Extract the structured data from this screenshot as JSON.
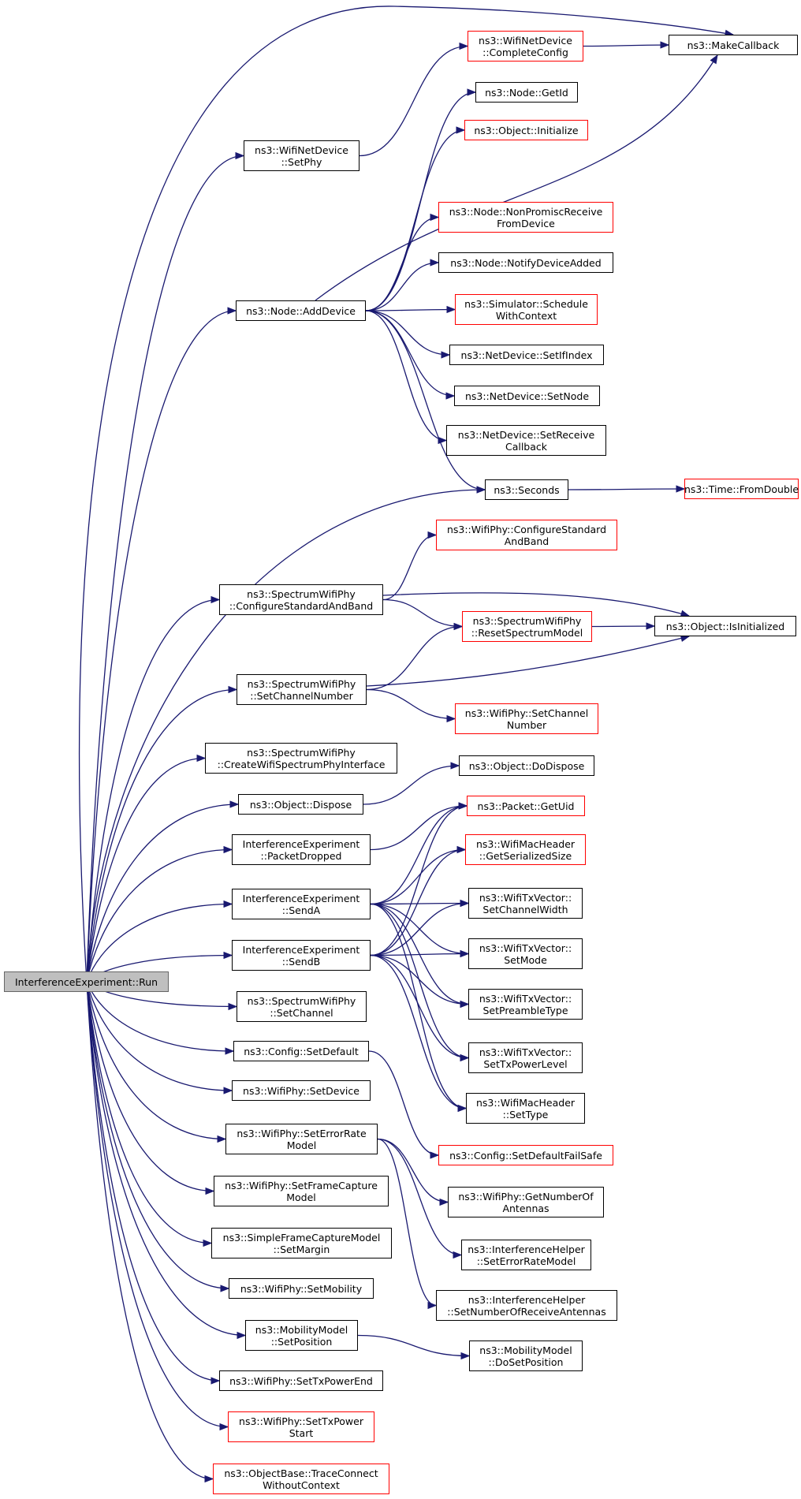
{
  "colors": {
    "edge": "#191970",
    "border_default": "#000000",
    "border_incomplete": "#ff0000",
    "root_fill": "#bfbfbf",
    "root_border": "#666666"
  },
  "nodes": {
    "run": {
      "lines": [
        "InterferenceExperiment::Run"
      ],
      "kind": "root"
    },
    "wifinetdev_setphy": {
      "lines": [
        "ns3::WifiNetDevice",
        "::SetPhy"
      ],
      "kind": "normal"
    },
    "completeconfig": {
      "lines": [
        "ns3::WifiNetDevice",
        "::CompleteConfig"
      ],
      "kind": "red"
    },
    "makecallback": {
      "lines": [
        "ns3::MakeCallback"
      ],
      "kind": "normal"
    },
    "node_getid": {
      "lines": [
        "ns3::Node::GetId"
      ],
      "kind": "normal"
    },
    "object_initialize": {
      "lines": [
        "ns3::Object::Initialize"
      ],
      "kind": "red"
    },
    "node_nonpromisc": {
      "lines": [
        "ns3::Node::NonPromiscReceive",
        "FromDevice"
      ],
      "kind": "red"
    },
    "node_notify": {
      "lines": [
        "ns3::Node::NotifyDeviceAdded"
      ],
      "kind": "normal"
    },
    "node_adddevice": {
      "lines": [
        "ns3::Node::AddDevice"
      ],
      "kind": "normal"
    },
    "sim_schedule": {
      "lines": [
        "ns3::Simulator::Schedule",
        "WithContext"
      ],
      "kind": "red"
    },
    "nd_setifindex": {
      "lines": [
        "ns3::NetDevice::SetIfIndex"
      ],
      "kind": "normal"
    },
    "nd_setnode": {
      "lines": [
        "ns3::NetDevice::SetNode"
      ],
      "kind": "normal"
    },
    "nd_setreceive": {
      "lines": [
        "ns3::NetDevice::SetReceive",
        "Callback"
      ],
      "kind": "normal"
    },
    "seconds": {
      "lines": [
        "ns3::Seconds"
      ],
      "kind": "normal"
    },
    "time_fromdouble": {
      "lines": [
        "ns3::Time::FromDouble"
      ],
      "kind": "red"
    },
    "wp_configstd": {
      "lines": [
        "ns3::WifiPhy::ConfigureStandard",
        "AndBand"
      ],
      "kind": "red"
    },
    "swp_configstd": {
      "lines": [
        "ns3::SpectrumWifiPhy",
        "::ConfigureStandardAndBand"
      ],
      "kind": "normal"
    },
    "swp_resetspec": {
      "lines": [
        "ns3::SpectrumWifiPhy",
        "::ResetSpectrumModel"
      ],
      "kind": "red"
    },
    "object_isinit": {
      "lines": [
        "ns3::Object::IsInitialized"
      ],
      "kind": "normal"
    },
    "swp_setchannum": {
      "lines": [
        "ns3::SpectrumWifiPhy",
        "::SetChannelNumber"
      ],
      "kind": "normal"
    },
    "wp_setchannum": {
      "lines": [
        "ns3::WifiPhy::SetChannel",
        "Number"
      ],
      "kind": "red"
    },
    "swp_createiface": {
      "lines": [
        "ns3::SpectrumWifiPhy",
        "::CreateWifiSpectrumPhyInterface"
      ],
      "kind": "normal"
    },
    "object_dodispose": {
      "lines": [
        "ns3::Object::DoDispose"
      ],
      "kind": "normal"
    },
    "object_dispose": {
      "lines": [
        "ns3::Object::Dispose"
      ],
      "kind": "normal"
    },
    "packet_getuid": {
      "lines": [
        "ns3::Packet::GetUid"
      ],
      "kind": "red"
    },
    "ie_packetdropped": {
      "lines": [
        "InterferenceExperiment",
        "::PacketDropped"
      ],
      "kind": "normal"
    },
    "wmh_getsersize": {
      "lines": [
        "ns3::WifiMacHeader",
        "::GetSerializedSize"
      ],
      "kind": "red"
    },
    "ie_senda": {
      "lines": [
        "InterferenceExperiment",
        "::SendA"
      ],
      "kind": "normal"
    },
    "wtv_setchanwidth": {
      "lines": [
        "ns3::WifiTxVector::",
        "SetChannelWidth"
      ],
      "kind": "normal"
    },
    "ie_sendb": {
      "lines": [
        "InterferenceExperiment",
        "::SendB"
      ],
      "kind": "normal"
    },
    "wtv_setmode": {
      "lines": [
        "ns3::WifiTxVector::",
        "SetMode"
      ],
      "kind": "normal"
    },
    "swp_setchannel": {
      "lines": [
        "ns3::SpectrumWifiPhy",
        "::SetChannel"
      ],
      "kind": "normal"
    },
    "wtv_setpreamble": {
      "lines": [
        "ns3::WifiTxVector::",
        "SetPreambleType"
      ],
      "kind": "normal"
    },
    "config_setdefault": {
      "lines": [
        "ns3::Config::SetDefault"
      ],
      "kind": "normal"
    },
    "wtv_settxpower": {
      "lines": [
        "ns3::WifiTxVector::",
        "SetTxPowerLevel"
      ],
      "kind": "normal"
    },
    "wp_setdevice": {
      "lines": [
        "ns3::WifiPhy::SetDevice"
      ],
      "kind": "normal"
    },
    "wmh_settype": {
      "lines": [
        "ns3::WifiMacHeader",
        "::SetType"
      ],
      "kind": "normal"
    },
    "wp_seterrrate": {
      "lines": [
        "ns3::WifiPhy::SetErrorRate",
        "Model"
      ],
      "kind": "normal"
    },
    "config_failsafe": {
      "lines": [
        "ns3::Config::SetDefaultFailSafe"
      ],
      "kind": "red"
    },
    "wp_setframecap": {
      "lines": [
        "ns3::WifiPhy::SetFrameCapture",
        "Model"
      ],
      "kind": "normal"
    },
    "wp_getnumant": {
      "lines": [
        "ns3::WifiPhy::GetNumberOf",
        "Antennas"
      ],
      "kind": "normal"
    },
    "sfcm_setmargin": {
      "lines": [
        "ns3::SimpleFrameCaptureModel",
        "::SetMargin"
      ],
      "kind": "normal"
    },
    "ih_seterrrate": {
      "lines": [
        "ns3::InterferenceHelper",
        "::SetErrorRateModel"
      ],
      "kind": "normal"
    },
    "wp_setmobility": {
      "lines": [
        "ns3::WifiPhy::SetMobility"
      ],
      "kind": "normal"
    },
    "ih_setnumrx": {
      "lines": [
        "ns3::InterferenceHelper",
        "::SetNumberOfReceiveAntennas"
      ],
      "kind": "normal"
    },
    "mm_setposition": {
      "lines": [
        "ns3::MobilityModel",
        "::SetPosition"
      ],
      "kind": "normal"
    },
    "mm_dosetposition": {
      "lines": [
        "ns3::MobilityModel",
        "::DoSetPosition"
      ],
      "kind": "normal"
    },
    "wp_settxpowerend": {
      "lines": [
        "ns3::WifiPhy::SetTxPowerEnd"
      ],
      "kind": "normal"
    },
    "wp_settxpowerstart": {
      "lines": [
        "ns3::WifiPhy::SetTxPower",
        "Start"
      ],
      "kind": "red"
    },
    "ob_traceconnect": {
      "lines": [
        "ns3::ObjectBase::TraceConnect",
        "WithoutContext"
      ],
      "kind": "red"
    }
  },
  "edges": [
    [
      "run",
      "makecallback"
    ],
    [
      "run",
      "wifinetdev_setphy"
    ],
    [
      "run",
      "node_adddevice"
    ],
    [
      "run",
      "seconds"
    ],
    [
      "run",
      "swp_configstd"
    ],
    [
      "run",
      "swp_setchannum"
    ],
    [
      "run",
      "swp_createiface"
    ],
    [
      "run",
      "object_dispose"
    ],
    [
      "run",
      "ie_packetdropped"
    ],
    [
      "run",
      "ie_senda"
    ],
    [
      "run",
      "ie_sendb"
    ],
    [
      "run",
      "swp_setchannel"
    ],
    [
      "run",
      "config_setdefault"
    ],
    [
      "run",
      "wp_setdevice"
    ],
    [
      "run",
      "wp_seterrrate"
    ],
    [
      "run",
      "wp_setframecap"
    ],
    [
      "run",
      "sfcm_setmargin"
    ],
    [
      "run",
      "wp_setmobility"
    ],
    [
      "run",
      "mm_setposition"
    ],
    [
      "run",
      "wp_settxpowerend"
    ],
    [
      "run",
      "wp_settxpowerstart"
    ],
    [
      "run",
      "ob_traceconnect"
    ],
    [
      "wifinetdev_setphy",
      "completeconfig"
    ],
    [
      "completeconfig",
      "makecallback"
    ],
    [
      "node_adddevice",
      "node_getid"
    ],
    [
      "node_adddevice",
      "object_initialize"
    ],
    [
      "node_adddevice",
      "makecallback"
    ],
    [
      "node_adddevice",
      "node_nonpromisc"
    ],
    [
      "node_adddevice",
      "node_notify"
    ],
    [
      "node_adddevice",
      "sim_schedule"
    ],
    [
      "node_adddevice",
      "nd_setifindex"
    ],
    [
      "node_adddevice",
      "nd_setnode"
    ],
    [
      "node_adddevice",
      "nd_setreceive"
    ],
    [
      "node_adddevice",
      "seconds"
    ],
    [
      "seconds",
      "time_fromdouble"
    ],
    [
      "swp_configstd",
      "wp_configstd"
    ],
    [
      "swp_configstd",
      "swp_resetspec"
    ],
    [
      "swp_configstd",
      "object_isinit"
    ],
    [
      "swp_resetspec",
      "object_isinit"
    ],
    [
      "swp_setchannum",
      "swp_resetspec"
    ],
    [
      "swp_setchannum",
      "object_isinit"
    ],
    [
      "swp_setchannum",
      "wp_setchannum"
    ],
    [
      "object_dispose",
      "object_dodispose"
    ],
    [
      "ie_packetdropped",
      "packet_getuid"
    ],
    [
      "ie_senda",
      "packet_getuid"
    ],
    [
      "ie_senda",
      "wmh_getsersize"
    ],
    [
      "ie_senda",
      "wtv_setchanwidth"
    ],
    [
      "ie_senda",
      "wtv_setmode"
    ],
    [
      "ie_senda",
      "wtv_setpreamble"
    ],
    [
      "ie_senda",
      "wtv_settxpower"
    ],
    [
      "ie_senda",
      "wmh_settype"
    ],
    [
      "ie_sendb",
      "packet_getuid"
    ],
    [
      "ie_sendb",
      "wmh_getsersize"
    ],
    [
      "ie_sendb",
      "wtv_setchanwidth"
    ],
    [
      "ie_sendb",
      "wtv_setmode"
    ],
    [
      "ie_sendb",
      "wtv_setpreamble"
    ],
    [
      "ie_sendb",
      "wtv_settxpower"
    ],
    [
      "ie_sendb",
      "wmh_settype"
    ],
    [
      "config_setdefault",
      "config_failsafe"
    ],
    [
      "wp_seterrrate",
      "wp_getnumant"
    ],
    [
      "wp_seterrrate",
      "ih_seterrrate"
    ],
    [
      "wp_seterrrate",
      "ih_setnumrx"
    ],
    [
      "mm_setposition",
      "mm_dosetposition"
    ]
  ]
}
